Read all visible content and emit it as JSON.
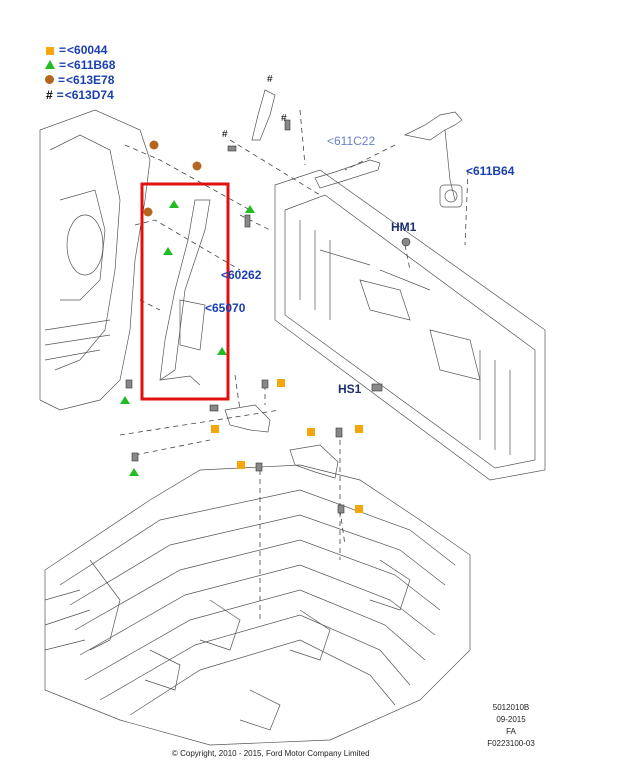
{
  "legend": [
    {
      "symbol": "square",
      "text": "<60044",
      "color": "#f4a60c"
    },
    {
      "symbol": "triangle",
      "text": "<611B68",
      "color": "#22bb22"
    },
    {
      "symbol": "circle",
      "text": "<613E78",
      "color": "#b5651d"
    },
    {
      "symbol": "hash",
      "text": "<613D74",
      "color": "#000000"
    }
  ],
  "legend_equals": "=",
  "hash_char": "#",
  "labels": {
    "c611c22": "<611C22",
    "c611b64": "<611B64",
    "hm1": "HM1",
    "c60262": "<60262",
    "c65070": "<65070",
    "hs1": "HS1"
  },
  "footer": {
    "line1": "5012010B",
    "line2": "09-2015",
    "line3": "FA",
    "line4": "F0223100-03"
  },
  "copyright": "© Copyright, 2010 - 2015, Ford Motor Company Limited",
  "colors": {
    "label_blue": "#1a3fb0",
    "highlight_red": "#e01010",
    "line": "#444444"
  },
  "highlight_note_icon": "red-rectangle"
}
